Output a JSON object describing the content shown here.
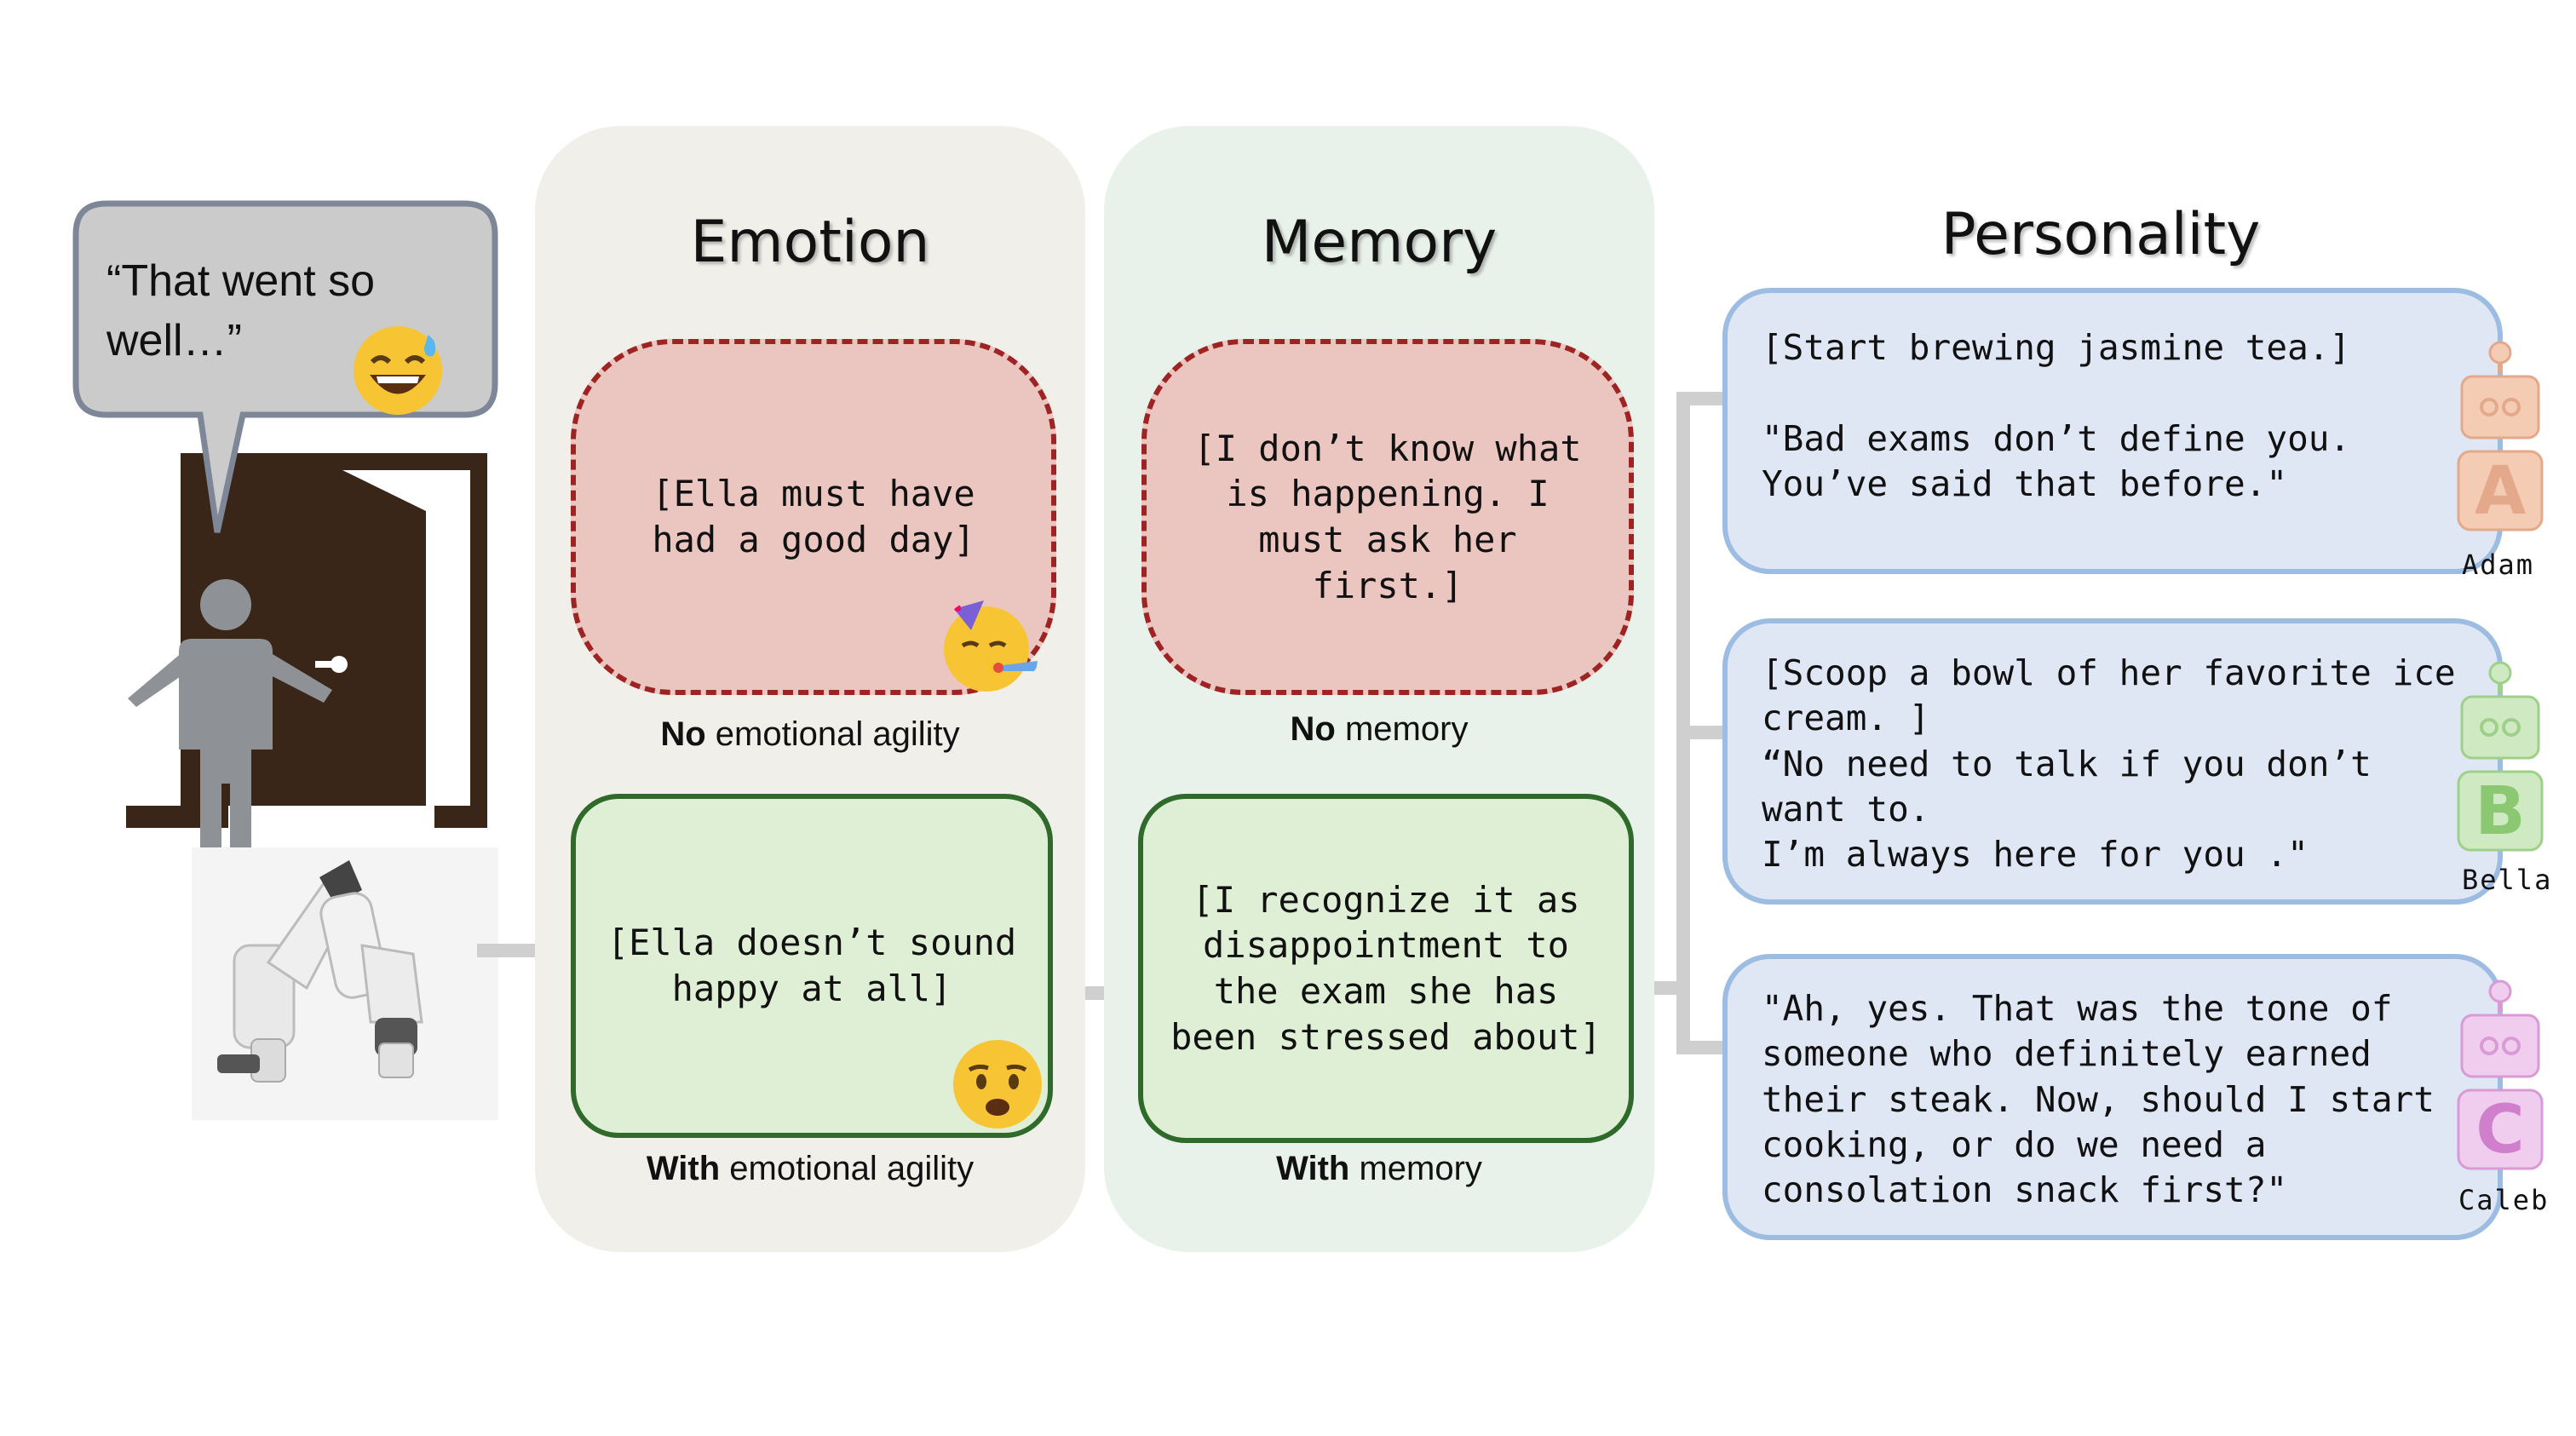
{
  "speech": {
    "text": "“That went so well…”"
  },
  "emotion": {
    "title": "Emotion",
    "no_text": "[Ella must have\nhad a good day]",
    "no_caption_bold": "No",
    "no_caption_rest": " emotional agility",
    "with_text": "[Ella doesn’t sound\nhappy at all]",
    "with_caption_bold": "With",
    "with_caption_rest": " emotional agility"
  },
  "memory": {
    "title": "Memory",
    "no_text": "[I don’t know what\nis happening. I\nmust ask her\nfirst.]",
    "no_caption_bold": "No",
    "no_caption_rest": " memory",
    "with_text": "[I recognize it as\ndisappointment to\nthe exam she has\nbeen stressed about]",
    "with_caption_bold": "With",
    "with_caption_rest": " memory"
  },
  "personality": {
    "title": "Personality",
    "items": [
      {
        "text": "[Start brewing jasmine tea.]\n\n\"Bad exams don’t define you.\nYou’ve said that before.\"",
        "letter": "A",
        "name": "Adam",
        "color": "#f4cbb3",
        "stroke": "#e4a98a"
      },
      {
        "text": "[Scoop a bowl of her favorite ice\ncream. ]\n“No need to talk if you don’t\nwant to.\nI’m always here for you .\"",
        "letter": "B",
        "name": "Bella",
        "color": "#cfeac2",
        "stroke": "#9fd08a"
      },
      {
        "text": "\"Ah, yes. That was the tone of\nsomeone who definitely earned\ntheir steak. Now, should I start\ncooking, or do we need a\nconsolation snack first?\"",
        "letter": "C",
        "name": "Caleb",
        "color": "#f0cdee",
        "stroke": "#d99ad6"
      }
    ]
  },
  "colors": {
    "emotion_panel": "#f0efe9",
    "memory_panel": "#e8f1ea",
    "no_fill": "#ebc5c0",
    "no_border": "#9e2424",
    "with_fill": "#dfefd6",
    "with_border": "#2f6a2a",
    "personality_fill": "#dfe7f4",
    "personality_border": "#9dbce2",
    "connector": "#cfcfcf",
    "door": "#3a2618",
    "person": "#8e9196"
  },
  "icons": [
    "speech-bubble-icon",
    "sweat-smile-emoji-icon",
    "door-icon",
    "person-icon",
    "robot-arm-icon",
    "party-face-emoji-icon",
    "worried-face-emoji-icon",
    "robot-avatar-icon"
  ]
}
